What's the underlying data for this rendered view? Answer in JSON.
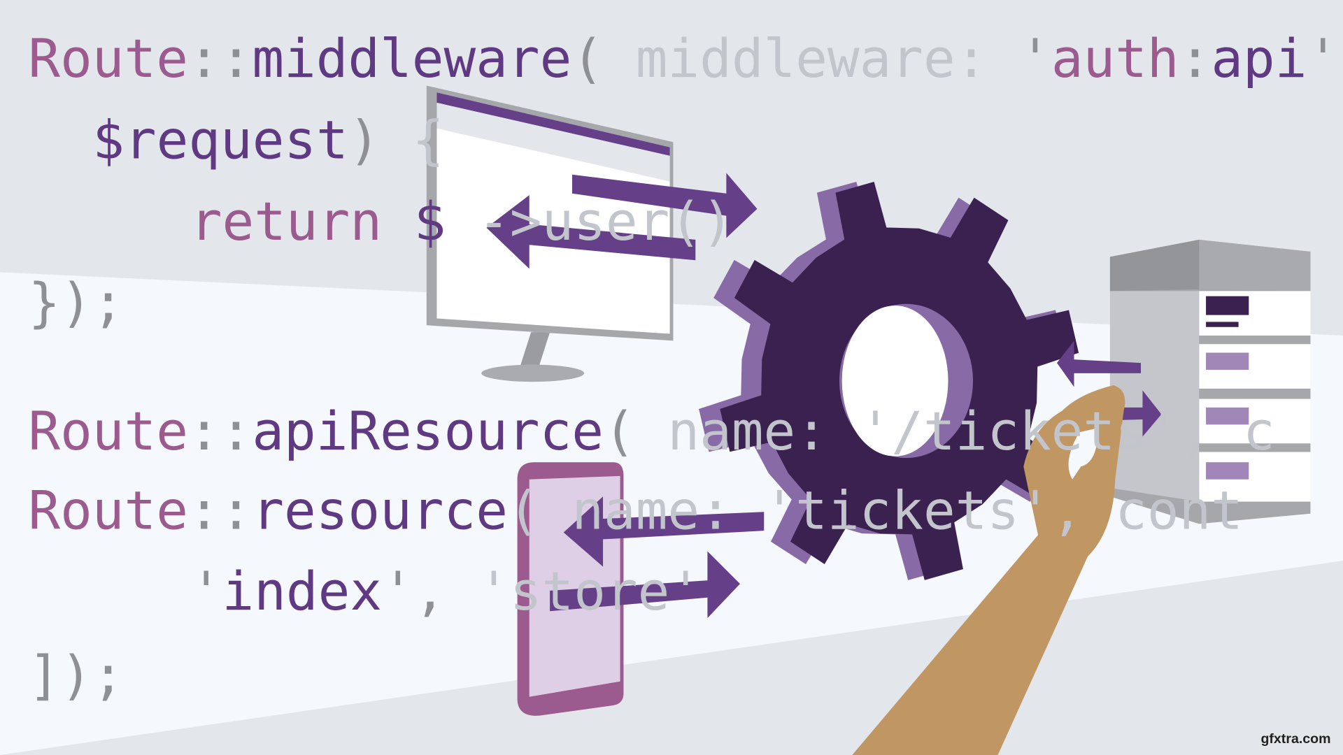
{
  "colors": {
    "keyword_pink": "#9b5b8e",
    "keyword_purple": "#5f3a82",
    "punct_gray": "#8e9095",
    "faded_gray": "#c2c5cb",
    "gear_dark": "#3b2150",
    "gear_side": "#876aa6",
    "arrow": "#653f87",
    "skin": "#c09762"
  },
  "code": {
    "line1": {
      "a": "Route",
      "b": "::",
      "c": "middleware",
      "d": "(",
      "e": " middleware: ",
      "f": "'",
      "g": "auth",
      "h": ":",
      "i": "api",
      "j": "')"
    },
    "line2": {
      "a": "$request",
      "b": ")",
      "c": " {"
    },
    "line3": {
      "a": "return",
      "b": " $",
      "c": "    ->user()"
    },
    "line4": {
      "a": "});"
    },
    "line5": {
      "a": "Route",
      "b": "::",
      "c": "apiResource",
      "d": "(",
      "e": " name: '/tickets', c"
    },
    "line6": {
      "a": "Route",
      "b": "::",
      "c": "resource",
      "d": "( name: 'tickets', cont"
    },
    "line7": {
      "a": "'",
      "b": "index",
      "c": "'",
      ",": ",",
      "e": " 'store'"
    },
    "line8": {
      "a": "]);"
    }
  },
  "watermark": "gfxtra.com"
}
